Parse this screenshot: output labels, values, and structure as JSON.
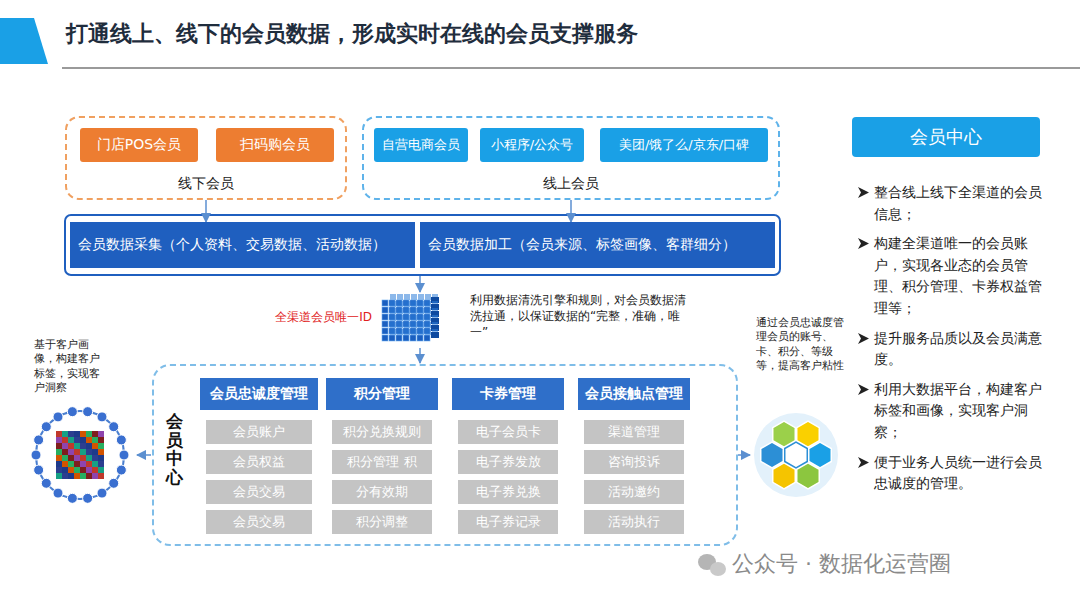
{
  "diagram": {
    "title": "打通线上、线下的会员数据，形成实时在线的会员支撑服务",
    "nodes": [
      {
        "text": [
          "线下会员"
        ]
      },
      {
        "text": [
          "门店POS会员"
        ],
        "in": 0
      },
      {
        "text": [
          "扫码购会员"
        ],
        "in": 0
      },
      {
        "text": [
          "线上会员"
        ]
      },
      {
        "text": [
          "自营电商会员"
        ],
        "in": 3
      },
      {
        "text": [
          "小程序/公众号"
        ],
        "in": 3
      },
      {
        "text": [
          "美团/饿了么/京东/口碑"
        ],
        "in": 3
      },
      {
        "text": [
          "会员数据采集（个人资料、交易数据、活动数据）"
        ]
      },
      {
        "text": [
          "会员数据加工（会员来源、标签画像、客群细分）"
        ]
      },
      {
        "text": [
          "会员中心"
        ]
      },
      {
        "text": [
          "会员忠诚度管理"
        ],
        "in": 9
      },
      {
        "text": [
          "会员账户"
        ],
        "in": 9
      },
      {
        "text": [
          "会员权益"
        ],
        "in": 9
      },
      {
        "text": [
          "会员交易"
        ],
        "in": 9
      },
      {
        "text": [
          "会员交易"
        ],
        "in": 9
      },
      {
        "text": [
          "积分管理"
        ],
        "in": 9
      },
      {
        "text": [
          "积分兑换规则"
        ],
        "in": 9
      },
      {
        "text": [
          "积分管理 积"
        ],
        "in": 9
      },
      {
        "text": [
          "分有效期"
        ],
        "in": 9
      },
      {
        "text": [
          "积分调整"
        ],
        "in": 9
      },
      {
        "text": [
          "卡券管理"
        ],
        "in": 9
      },
      {
        "text": [
          "电子会员卡"
        ],
        "in": 9
      },
      {
        "text": [
          "电子券发放"
        ],
        "in": 9
      },
      {
        "text": [
          "电子券兑换"
        ],
        "in": 9
      },
      {
        "text": [
          "电子券记录"
        ],
        "in": 9
      },
      {
        "text": [
          "会员接触点管理"
        ],
        "in": 9
      },
      {
        "text": [
          "渠道管理"
        ],
        "in": 9
      },
      {
        "text": [
          "咨询投诉"
        ],
        "in": 9
      },
      {
        "text": [
          "活动邀约"
        ],
        "in": 9
      },
      {
        "text": [
          "活动执行"
        ],
        "in": 9
      },
      {
        "text": [
          "会员中心"
        ]
      }
    ],
    "edges": [
      {
        "from": 0,
        "to": 7,
        "arrow": "to"
      },
      {
        "from": 3,
        "to": 8,
        "arrow": "to"
      }
    ],
    "labels": [
      "全渠道会员唯一ID",
      "利用数据清洗引擎和规则，对会员数据清洗拉通，以保证数据的“完整，准确，唯一”",
      "基于客户画像，构建客户标签，实现客户洞察",
      "通过会员忠诚度管理会员的账号、卡、积分、等级等，提高客户粘性",
      "整合线上线下全渠道的会员信息；",
      "构建全渠道唯一的会员账户，实现各业态的会员管理、积分管理、卡券权益管理等；",
      "提升服务品质以及会员满意度。",
      "利用大数据平台，构建客户标签和画像，实现客户洞察；",
      "便于业务人员统一进行会员忠诚度的管理。",
      "公众号 · 数据化运营圈"
    ]
  }
}
